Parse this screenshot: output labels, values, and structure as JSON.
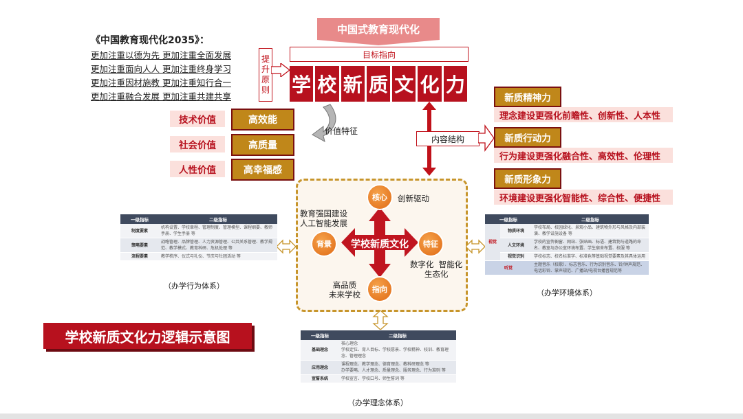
{
  "quote": {
    "title": "《中国教育现代化2035》：",
    "lines": [
      "更加注重以德为先   更加注重全面发展",
      "更加注重面向人人   更加注重终身学习",
      "更加注重因材施教   更加注重知行合一",
      "更加注重融合发展   更加注重共建共享"
    ]
  },
  "banner": "中国式教育现代化",
  "goal": "目标指向",
  "principle": "提升原则",
  "big_title": [
    "学",
    "校",
    "新",
    "质",
    "文",
    "化",
    "力"
  ],
  "value_feature": "价值特征",
  "content_structure": "内容结构",
  "values": [
    {
      "label": "技术价值",
      "value": "高效能"
    },
    {
      "label": "社会价值",
      "value": "高质量"
    },
    {
      "label": "人性价值",
      "value": "高幸福感"
    }
  ],
  "right_items": [
    {
      "head": "新质精神力",
      "desc": "理念建设更强化前瞻性、创新性、人本性"
    },
    {
      "head": "新质行动力",
      "desc": "行为建设更强化融合性、高效性、伦理性"
    },
    {
      "head": "新质形象力",
      "desc": "环境建设更强化智能性、综合性、便捷性"
    }
  ],
  "center": {
    "label": "学校新质文化",
    "core": "核心",
    "core_note": "创新驱动",
    "background": "背景",
    "background_note": "教育强国建设\n人工智能发展",
    "feature": "特征",
    "feature_note": "数字化  智能化\n生态化",
    "direction": "指向",
    "direction_note": "高品质\n未来学校"
  },
  "left_table": {
    "headers": [
      "一级指标",
      "二级指标"
    ],
    "rows": [
      [
        "制度要素",
        "机构设置、学校章程、管理制度、管理模型、课程纲要、教师手册、学生手册  等"
      ],
      [
        "策略要素",
        "战略管理、品牌管理、人力资源管理、公共关系管理、教学规范、教学模式、教育科研、危机处理  等"
      ],
      [
        "流程要素",
        "教学秩序、仪式与礼仪、节庆与社团活动  等"
      ]
    ],
    "caption": "（办学行为体系）"
  },
  "right_table": {
    "headers": [
      "一级指标",
      "二级指标"
    ],
    "group_label": "视觉",
    "rows": [
      [
        "物质环境",
        "学校布局、校园绿化、景观小品、建筑物外形与风格及内部装潢、教学设施设备  等"
      ],
      [
        "人文环境",
        "学校的宣传橱窗、网站、张贴画、标语、建筑物与道路的命名、教室与办公室环境布置、学生宿舍布置、校服  等"
      ],
      [
        "视觉识别",
        "学校标志、校名标准字、标准色等基础视觉要素及其具体运用"
      ]
    ],
    "listen_label": "听觉",
    "listen_text": "主题音乐（校歌）、标志音乐、行为识别音乐、铃/钟声规范、电话彩铃、掌声规范、广播站/电视台播音规范等",
    "caption": "（办学环境体系）"
  },
  "bottom_table": {
    "headers": [
      "一级指标",
      "二级指标"
    ],
    "rows": [
      [
        "基础理念",
        "核心理念\n学校定位、育人目标、学校愿景、学校精神、校训、教育理念、管理理念"
      ],
      [
        "应用理念",
        "课程理念、教学理念、德育理念、教科研理念  等\n办学要略、人才理念、质量理念、服务理念、行为准则  等"
      ],
      [
        "宣誓系统",
        "学校宣言、学校口号、师生誓词  等"
      ]
    ],
    "caption": "（办学理念体系）"
  },
  "footer_title": "学校新质文化力逻辑示意图",
  "colors": {
    "red": "#b7111e",
    "gold": "#c0871a",
    "pink": "#fbe0dc",
    "orange": "#e06a15",
    "table_head": "#3f4a5e"
  }
}
